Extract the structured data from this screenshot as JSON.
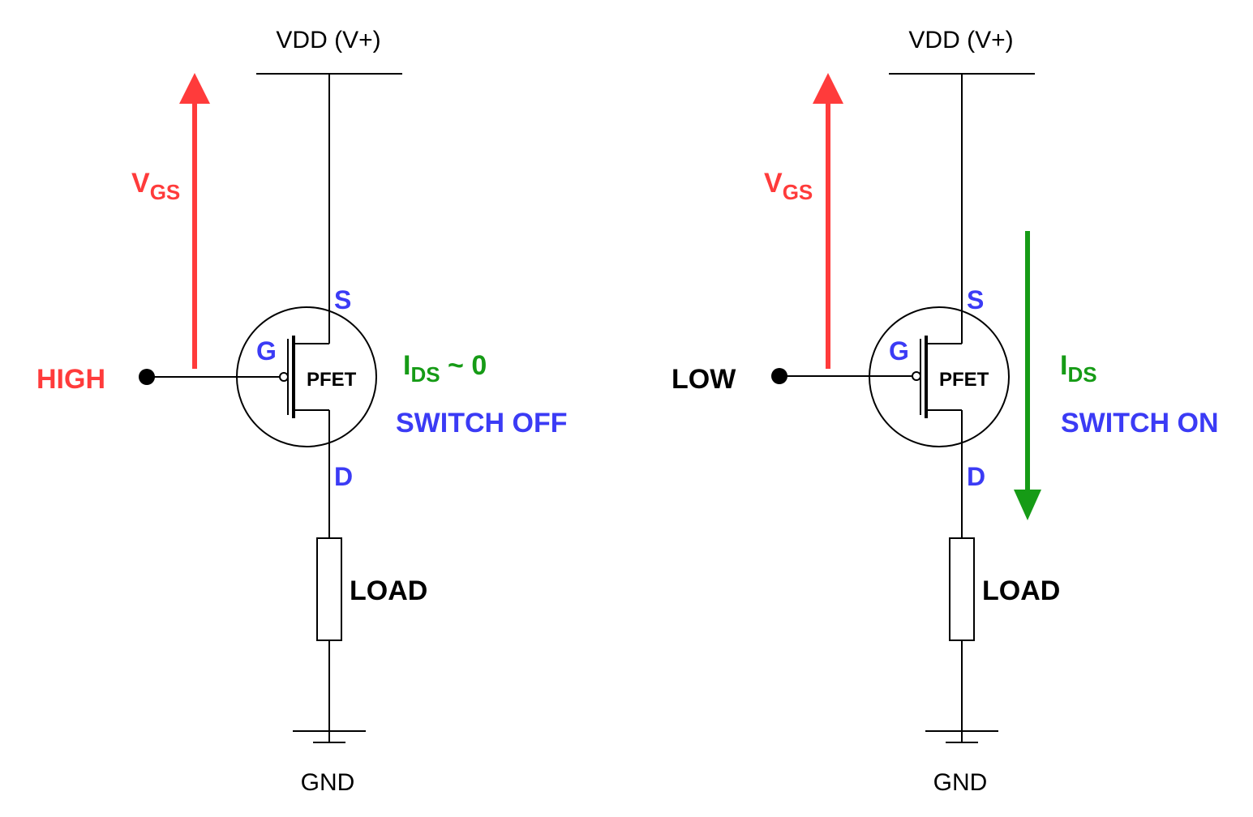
{
  "colors": {
    "wire": "#000000",
    "vgs_arrow": "#ff3b3b",
    "ids_arrow": "#169b16",
    "pin_label": "#3b3bf5",
    "input_high": "#ff3b3b",
    "input_low": "#000000",
    "current_label": "#169b16",
    "state_label": "#3b3bf5"
  },
  "icons": {
    "transistor": "pfet-symbol",
    "ground": "ground-symbol",
    "load": "resistor-symbol",
    "input_node": "node-dot"
  },
  "circuits": [
    {
      "supply_label": "VDD (V+)",
      "vgs_main": "V",
      "vgs_sub": "GS",
      "input_label": "HIGH",
      "gate_label": "G",
      "source_label": "S",
      "drain_label": "D",
      "transistor_label": "PFET",
      "ids_main": "I",
      "ids_sub": "DS",
      "ids_suffix": " ~ 0",
      "state_label": "SWITCH OFF",
      "load_label": "LOAD",
      "ground_label": "GND"
    },
    {
      "supply_label": "VDD (V+)",
      "vgs_main": "V",
      "vgs_sub": "GS",
      "input_label": "LOW",
      "gate_label": "G",
      "source_label": "S",
      "drain_label": "D",
      "transistor_label": "PFET",
      "ids_main": "I",
      "ids_sub": "DS",
      "ids_suffix": "",
      "state_label": "SWITCH ON",
      "load_label": "LOAD",
      "ground_label": "GND"
    }
  ]
}
